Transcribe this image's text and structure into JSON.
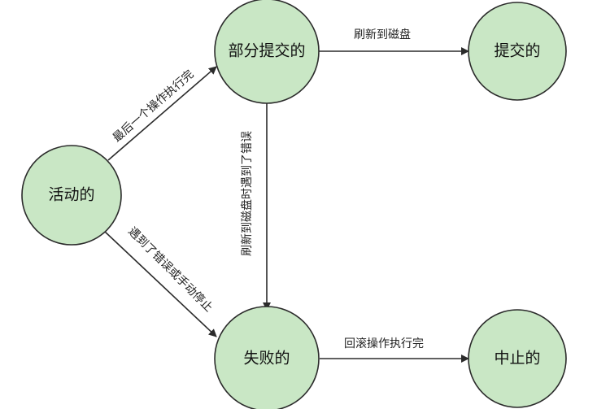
{
  "nodes": {
    "active": "活动的",
    "partially_committed": "部分提交的",
    "committed": "提交的",
    "failed": "失败的",
    "aborted": "中止的"
  },
  "edges": {
    "active_to_partial": "最后一个操作执行完",
    "partial_to_committed": "刷新到磁盘",
    "partial_to_failed": "刷新到磁盘时遇到了错误",
    "active_to_failed": "遇到了错误或手动停止",
    "failed_to_aborted": "回滚操作执行完"
  },
  "colors": {
    "node_fill": "#c9e7c5",
    "stroke": "#2b2b2b"
  }
}
